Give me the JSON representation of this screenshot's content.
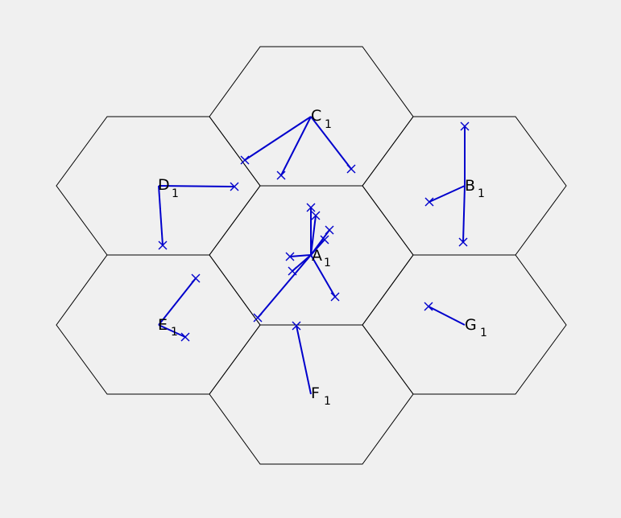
{
  "colors": {
    "background": "#f0f0f0",
    "cell_edge": "#000000",
    "link": "#0000cc"
  },
  "markers": {
    "user_marker": "x-cross-icon"
  },
  "cells": [
    {
      "id": "A",
      "label": "A",
      "subscript": "1"
    },
    {
      "id": "B",
      "label": "B",
      "subscript": "1"
    },
    {
      "id": "C",
      "label": "C",
      "subscript": "1"
    },
    {
      "id": "D",
      "label": "D",
      "subscript": "1"
    },
    {
      "id": "E",
      "label": "E",
      "subscript": "1"
    },
    {
      "id": "F",
      "label": "F",
      "subscript": "1"
    },
    {
      "id": "G",
      "label": "G",
      "subscript": "1"
    }
  ]
}
